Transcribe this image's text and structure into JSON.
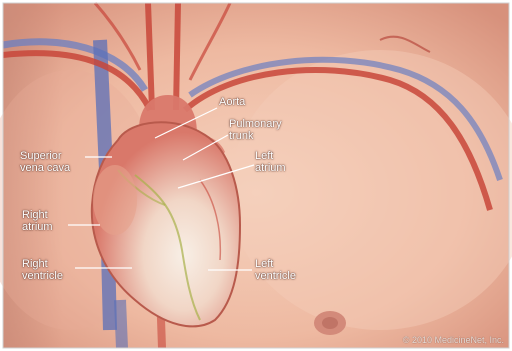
{
  "labels": {
    "aorta": [
      "Aorta"
    ],
    "pulmonary_trunk": [
      "Pulmonary",
      "trunk"
    ],
    "superior_vena_cava": [
      "Superior",
      "vena cava"
    ],
    "left_atrium": [
      "Left",
      "atrium"
    ],
    "right_atrium": [
      "Right",
      "atrium"
    ],
    "right_ventricle": [
      "Right",
      "ventricle"
    ],
    "left_ventricle": [
      "Left",
      "ventricle"
    ]
  },
  "copyright": "© 2010 MedicineNet, Inc.",
  "colors": {
    "skin": "#f2c4ad",
    "skin_shadow": "#d99a86",
    "heart": "#e8a08a",
    "heart_light": "#f6e6da",
    "artery": "#c8463a",
    "vein": "#5a6fb8",
    "leader_line": "#ffffff"
  }
}
